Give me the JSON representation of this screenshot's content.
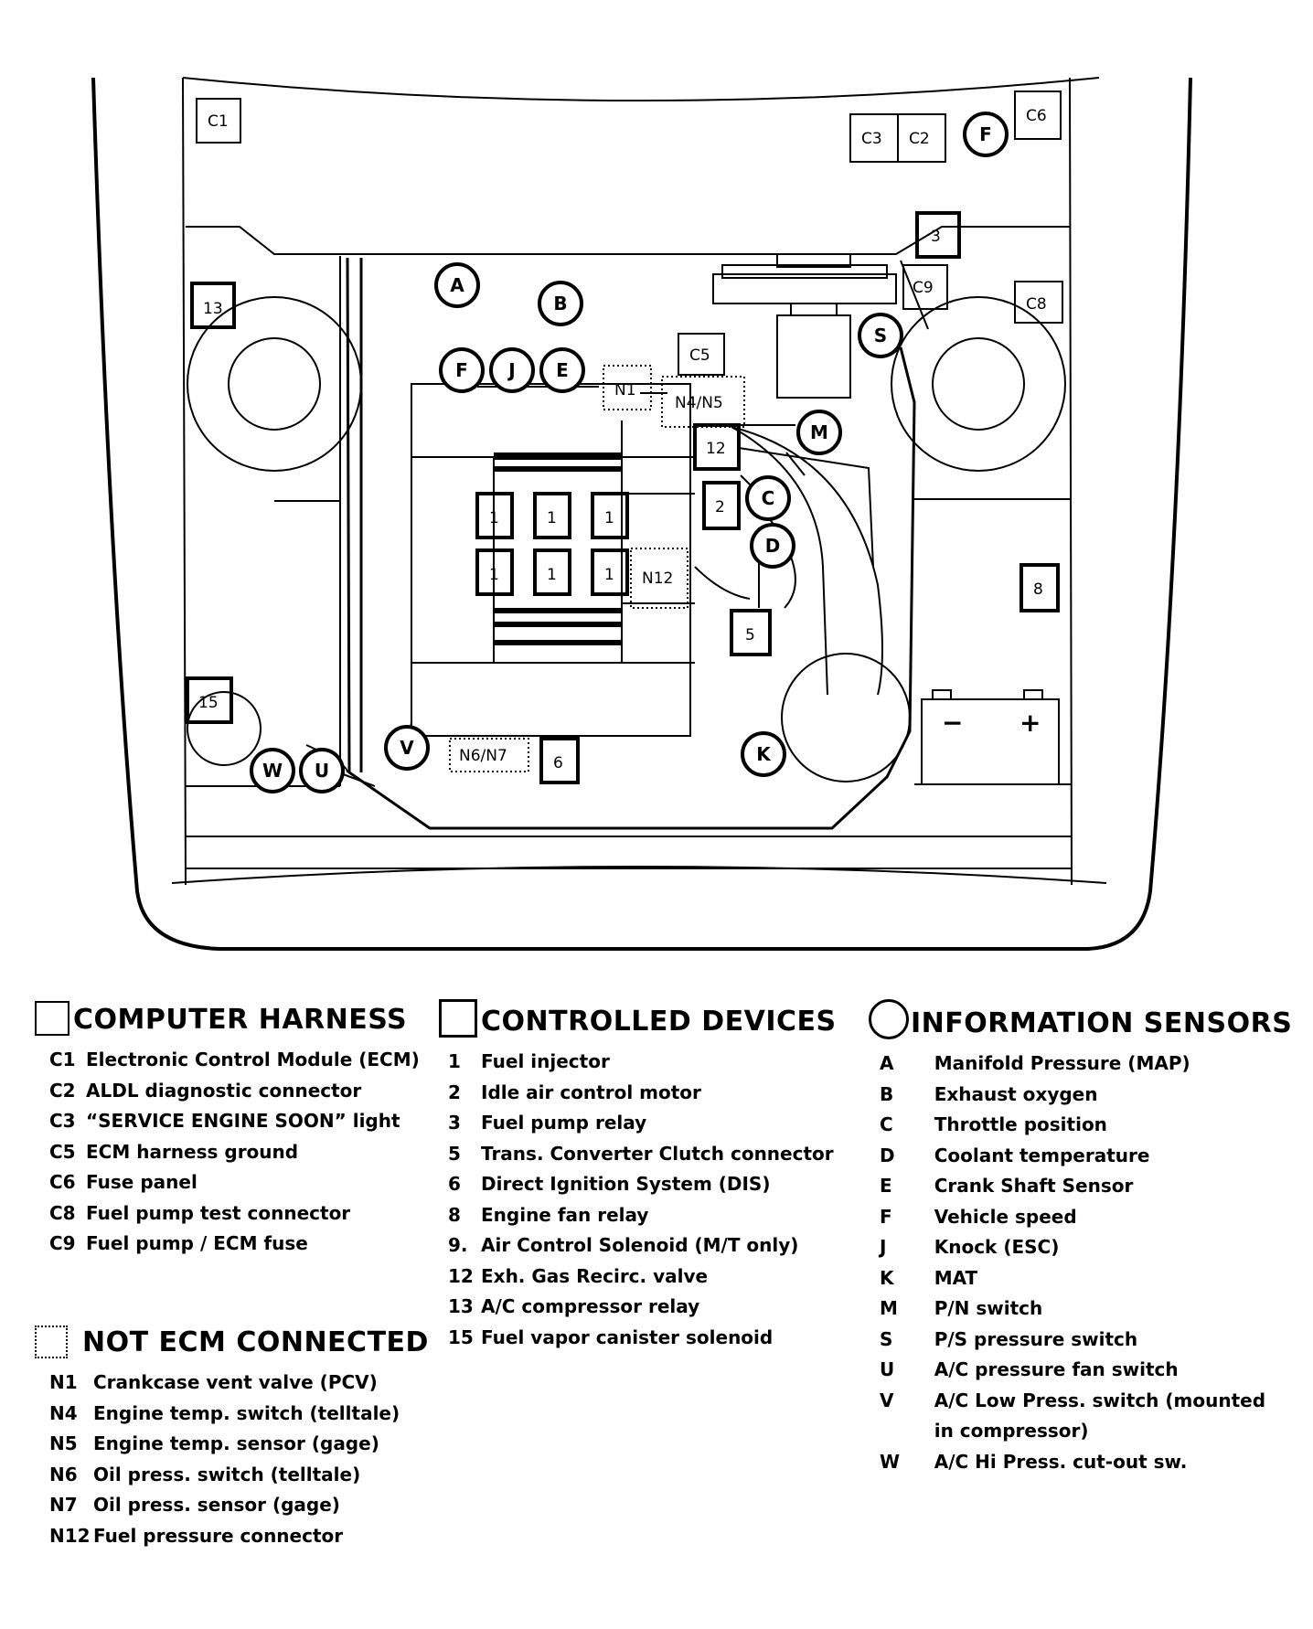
{
  "diagram_labels": {
    "C1": "C1",
    "C2": "C2",
    "C3": "C3",
    "C5": "C5",
    "C6": "C6",
    "C8": "C8",
    "C9": "C9",
    "d1": "1",
    "d2": "2",
    "d3": "3",
    "d5": "5",
    "d6": "6",
    "d8": "8",
    "d12": "12",
    "d13": "13",
    "d15": "15",
    "A": "A",
    "B": "B",
    "C": "C",
    "D": "D",
    "E": "E",
    "F1": "F",
    "F2": "F",
    "J": "J",
    "K": "K",
    "M": "M",
    "S": "S",
    "U": "U",
    "V": "V",
    "W": "W",
    "N1": "N1",
    "N4N5": "N4/N5",
    "N6N7": "N6/N7",
    "N12": "N12",
    "minus": "−",
    "plus": "+"
  },
  "legend": {
    "computer_harness": {
      "title": "COMPUTER HARNESS",
      "items": [
        {
          "code": "C1",
          "text": "Electronic Control Module (ECM)"
        },
        {
          "code": "C2",
          "text": "ALDL diagnostic connector"
        },
        {
          "code": "C3",
          "text": "“SERVICE ENGINE SOON” light"
        },
        {
          "code": "C5",
          "text": "ECM harness ground"
        },
        {
          "code": "C6",
          "text": "Fuse panel"
        },
        {
          "code": "C8",
          "text": "Fuel pump test connector"
        },
        {
          "code": "C9",
          "text": "Fuel pump / ECM fuse"
        }
      ]
    },
    "controlled_devices": {
      "title": "CONTROLLED DEVICES",
      "items": [
        {
          "code": "1",
          "text": "Fuel injector"
        },
        {
          "code": "2",
          "text": "Idle air control motor"
        },
        {
          "code": "3",
          "text": "Fuel pump relay"
        },
        {
          "code": "5",
          "text": "Trans. Converter Clutch connector"
        },
        {
          "code": "6",
          "text": "Direct Ignition System  (DIS)"
        },
        {
          "code": "8",
          "text": "Engine fan relay"
        },
        {
          "code": "9.",
          "text": "Air Control Solenoid (M/T only)"
        },
        {
          "code": "12",
          "text": "Exh. Gas Recirc. valve"
        },
        {
          "code": "13",
          "text": "A/C compressor relay"
        },
        {
          "code": "15",
          "text": "Fuel vapor canister solenoid"
        }
      ]
    },
    "information_sensors": {
      "title": "INFORMATION SENSORS",
      "items": [
        {
          "code": "A",
          "text": "Manifold Pressure (MAP)"
        },
        {
          "code": "B",
          "text": "Exhaust oxygen"
        },
        {
          "code": "C",
          "text": "Throttle position"
        },
        {
          "code": "D",
          "text": "Coolant temperature"
        },
        {
          "code": "E",
          "text": "Crank Shaft Sensor"
        },
        {
          "code": "F",
          "text": "Vehicle speed"
        },
        {
          "code": "J",
          "text": "Knock (ESC)"
        },
        {
          "code": "K",
          "text": "MAT"
        },
        {
          "code": "M",
          "text": "P/N switch"
        },
        {
          "code": "S",
          "text": "P/S pressure switch"
        },
        {
          "code": "U",
          "text": "A/C pressure fan switch"
        },
        {
          "code": "V",
          "text": "A/C Low Press. switch (mounted in compressor)"
        },
        {
          "code": "W",
          "text": "A/C Hi Press. cut-out sw."
        }
      ]
    },
    "not_ecm_connected": {
      "title": "NOT ECM CONNECTED",
      "items": [
        {
          "code": "N1",
          "text": "Crankcase vent valve (PCV)"
        },
        {
          "code": "N4",
          "text": "Engine temp. switch (telltale)"
        },
        {
          "code": "N5",
          "text": "Engine temp. sensor (gage)"
        },
        {
          "code": "N6",
          "text": "Oil press. switch (telltale)"
        },
        {
          "code": "N7",
          "text": "Oil press. sensor (gage)"
        },
        {
          "code": "N12",
          "text": "Fuel  pressure connector"
        }
      ]
    }
  }
}
